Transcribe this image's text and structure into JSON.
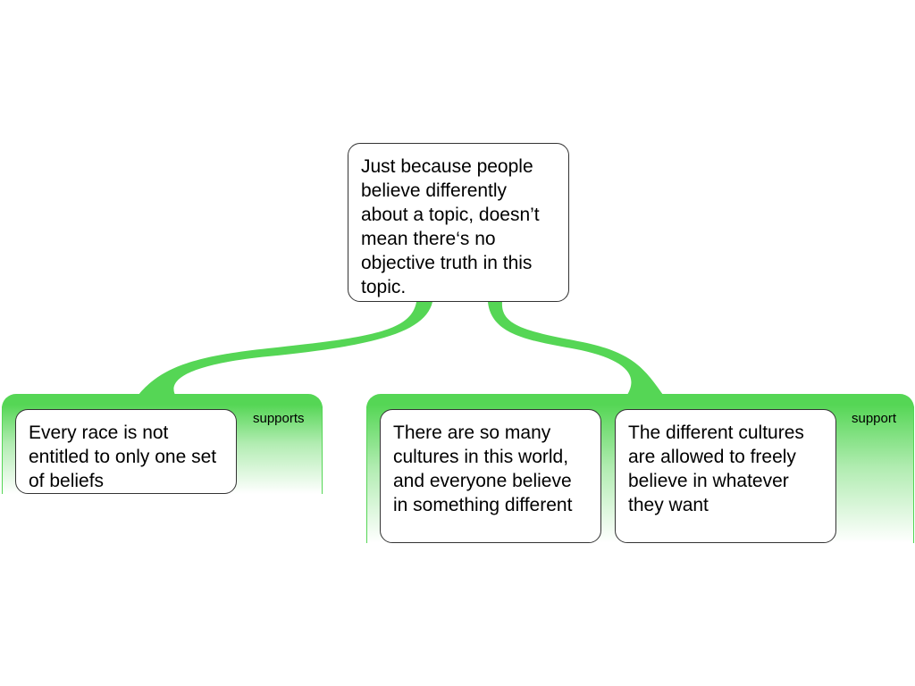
{
  "root": {
    "text": "Just because people believe differently about a topic, doesn’t mean there‘s no objective truth in this topic."
  },
  "groups": [
    {
      "relation": "supports",
      "claims": [
        "Every race is not entitled to only one set of beliefs"
      ]
    },
    {
      "relation": "support",
      "claims": [
        "There are so many cultures in this world, and everyone believe in something different",
        "The different cultures are allowed to freely believe in whatever they want"
      ]
    }
  ],
  "colors": {
    "connector": "#55d655"
  }
}
